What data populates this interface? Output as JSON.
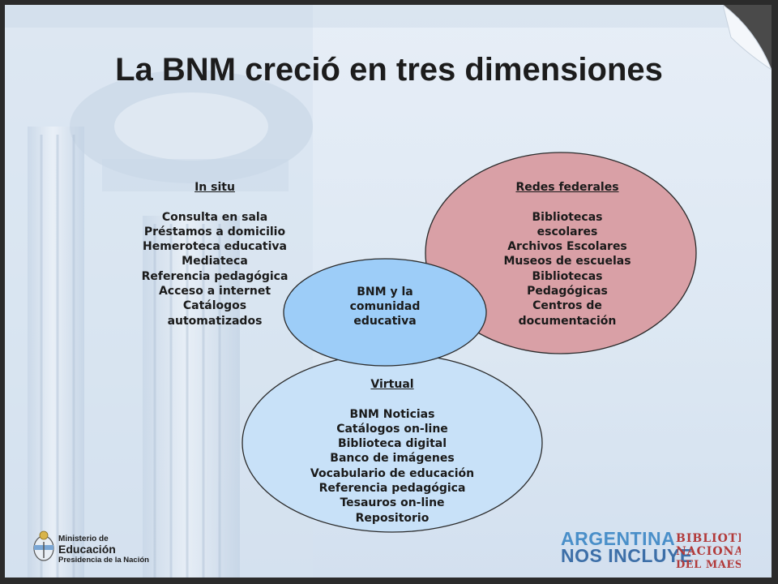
{
  "slide": {
    "title": "La BNM creció en tres dimensiones"
  },
  "in_situ": {
    "heading": "In situ",
    "items": [
      "Consulta en sala",
      "Préstamos a domicilio",
      "Hemeroteca educativa",
      "Mediateca",
      "Referencia pedagógica",
      "Acceso a internet",
      "Catálogos",
      "automatizados"
    ]
  },
  "redes": {
    "heading": "Redes federales",
    "items": [
      "Bibliotecas",
      "escolares",
      "Archivos Escolares",
      "Museos de escuelas",
      "Bibliotecas",
      "Pedagógicas",
      "Centros de",
      "documentación"
    ],
    "color": "#d9a0a6"
  },
  "center": {
    "lines": [
      "BNM y la",
      "comunidad",
      "educativa"
    ],
    "color": "#9dcdf8"
  },
  "virtual": {
    "heading": "Virtual",
    "items": [
      "BNM Noticias",
      "Catálogos on-line",
      "Biblioteca digital",
      "Banco de imágenes",
      "Vocabulario de educación",
      "Referencia pedagógica",
      "Tesauros on-line",
      "Repositorio"
    ],
    "color": "#c8e1f8"
  },
  "footer": {
    "ministry_line1": "Ministerio de",
    "ministry_line2": "Educación",
    "ministry_line3": "Presidencia de la Nación",
    "campaign_line1": "ARGENTINA",
    "campaign_line2": "NOS INCLUYE",
    "logo_text": [
      "BIBLIOTECA",
      "NACIONAL",
      "DEL MAESTRO"
    ]
  }
}
